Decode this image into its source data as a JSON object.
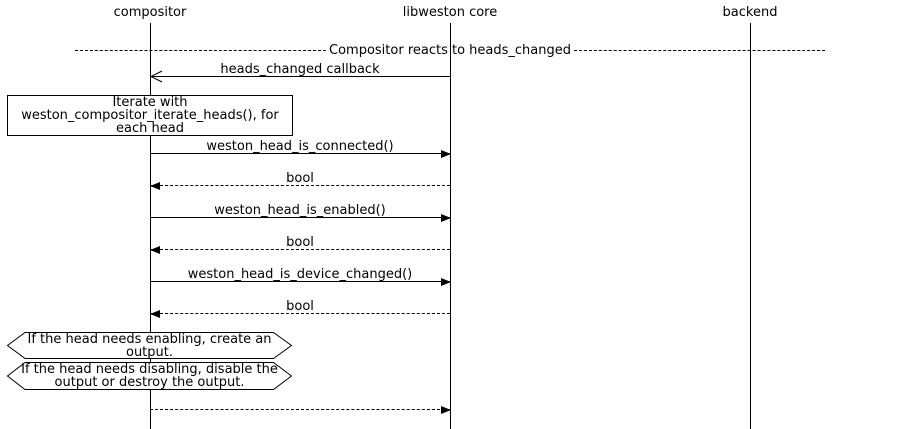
{
  "participants": [
    "compositor",
    "libweston core",
    "backend"
  ],
  "divider_label": "Compositor reacts to heads_changed",
  "note": {
    "text": "Iterate with\nweston_compositor_iterate_heads(), for\neach head"
  },
  "messages": [
    {
      "label": "heads_changed callback",
      "from": "libweston core",
      "to": "compositor",
      "line": "solid",
      "arrow": "open"
    },
    {
      "label": "weston_head_is_connected()",
      "from": "compositor",
      "to": "libweston core",
      "line": "solid",
      "arrow": "filled"
    },
    {
      "label": "bool",
      "from": "libweston core",
      "to": "compositor",
      "line": "dotted",
      "arrow": "filled"
    },
    {
      "label": "weston_head_is_enabled()",
      "from": "compositor",
      "to": "libweston core",
      "line": "solid",
      "arrow": "filled"
    },
    {
      "label": "bool",
      "from": "libweston core",
      "to": "compositor",
      "line": "dotted",
      "arrow": "filled"
    },
    {
      "label": "weston_head_is_device_changed()",
      "from": "compositor",
      "to": "libweston core",
      "line": "solid",
      "arrow": "filled"
    },
    {
      "label": "bool",
      "from": "libweston core",
      "to": "compositor",
      "line": "dotted",
      "arrow": "filled"
    },
    {
      "label": "",
      "from": "compositor",
      "to": "libweston core",
      "line": "dotted",
      "arrow": "filled"
    }
  ],
  "hex_notes": [
    {
      "text": "If the head needs enabling, create an\noutput."
    },
    {
      "text": "If the head needs disabling, disable the\noutput or destroy the output."
    }
  ],
  "colors": {
    "line": "#000000",
    "background": "#ffffff"
  }
}
